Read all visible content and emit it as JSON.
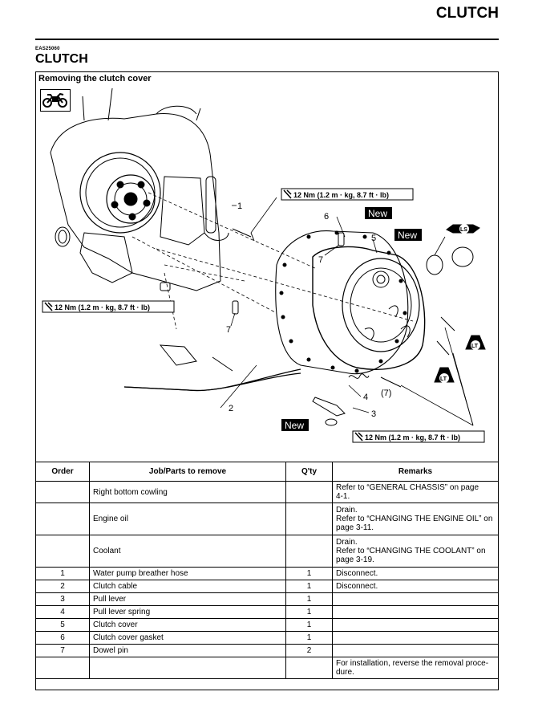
{
  "header": {
    "title": "CLUTCH"
  },
  "section": {
    "code": "EAS25060",
    "title": "CLUTCH"
  },
  "figure": {
    "caption": "Removing the clutch cover",
    "torque_label": "12 Nm (1.2 m · kg, 8.7 ft · lb)",
    "new_label": "New",
    "lt_label": "LT",
    "ls_label": "LS",
    "callouts": {
      "c1": "1",
      "c2": "2",
      "c3": "3",
      "c4": "4",
      "c5": "5",
      "c6": "6",
      "c7a": "7",
      "c7b": "7",
      "c7c": "(7)"
    }
  },
  "table": {
    "headers": {
      "order": "Order",
      "job": "Job/Parts to remove",
      "qty": "Q'ty",
      "remarks": "Remarks"
    },
    "rows": [
      {
        "order": "",
        "job": "Right bottom cowling",
        "qty": "",
        "remarks": [
          "Refer to “GENERAL CHASSIS” on page",
          "4-1."
        ]
      },
      {
        "order": "",
        "job": "Engine oil",
        "qty": "",
        "remarks": [
          "Drain.",
          "Refer to “CHANGING THE ENGINE OIL” on",
          "page 3-11."
        ]
      },
      {
        "order": "",
        "job": "Coolant",
        "qty": "",
        "remarks": [
          "Drain.",
          "Refer to “CHANGING THE COOLANT” on",
          "page 3-19."
        ]
      },
      {
        "order": "1",
        "job": "Water pump breather hose",
        "qty": "1",
        "remarks": [
          "Disconnect."
        ]
      },
      {
        "order": "2",
        "job": "Clutch cable",
        "qty": "1",
        "remarks": [
          "Disconnect."
        ]
      },
      {
        "order": "3",
        "job": "Pull lever",
        "qty": "1",
        "remarks": [
          ""
        ]
      },
      {
        "order": "4",
        "job": "Pull lever spring",
        "qty": "1",
        "remarks": [
          ""
        ]
      },
      {
        "order": "5",
        "job": "Clutch cover",
        "qty": "1",
        "remarks": [
          ""
        ]
      },
      {
        "order": "6",
        "job": "Clutch cover gasket",
        "qty": "1",
        "remarks": [
          ""
        ]
      },
      {
        "order": "7",
        "job": "Dowel pin",
        "qty": "2",
        "remarks": [
          ""
        ]
      },
      {
        "order": "",
        "job": "",
        "qty": "",
        "remarks": [
          "For installation, reverse the removal proce-",
          "dure."
        ]
      }
    ]
  }
}
